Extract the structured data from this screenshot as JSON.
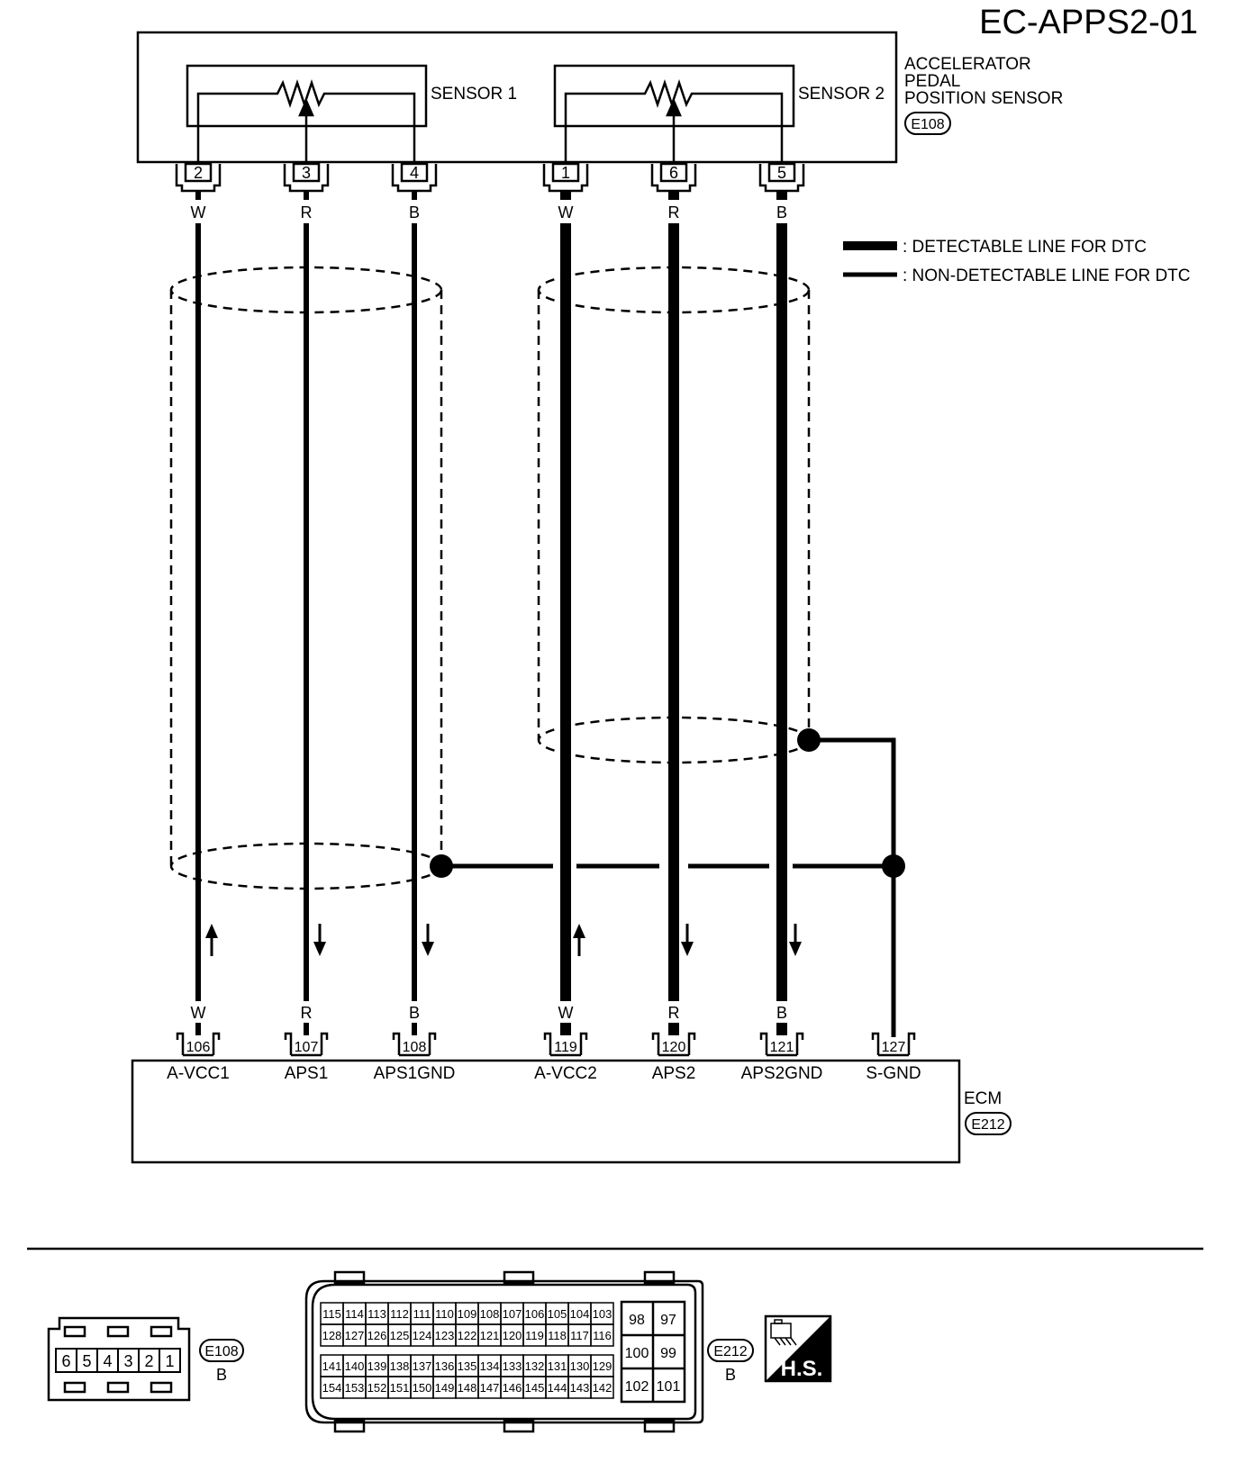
{
  "title": "EC-APPS2-01",
  "sensor": {
    "name_lines": [
      "ACCELERATOR",
      "PEDAL",
      "POSITION SENSOR"
    ],
    "connector": "E108",
    "sensor1_label": "SENSOR 1",
    "sensor2_label": "SENSOR 2"
  },
  "legend": {
    "detectable": ": DETECTABLE LINE FOR DTC",
    "non_detectable": ": NON-DETECTABLE LINE FOR DTC"
  },
  "ecm": {
    "name": "ECM",
    "connector": "E212"
  },
  "wires": [
    {
      "sensor_pin": "2",
      "color": "W",
      "ecm_pin": "106",
      "signal": "A-VCC1",
      "detectable": false,
      "direction": "up"
    },
    {
      "sensor_pin": "3",
      "color": "R",
      "ecm_pin": "107",
      "signal": "APS1",
      "detectable": false,
      "direction": "down"
    },
    {
      "sensor_pin": "4",
      "color": "B",
      "ecm_pin": "108",
      "signal": "APS1GND",
      "detectable": false,
      "direction": "down"
    },
    {
      "sensor_pin": "1",
      "color": "W",
      "ecm_pin": "119",
      "signal": "A-VCC2",
      "detectable": true,
      "direction": "up"
    },
    {
      "sensor_pin": "6",
      "color": "R",
      "ecm_pin": "120",
      "signal": "APS2",
      "detectable": true,
      "direction": "down"
    },
    {
      "sensor_pin": "5",
      "color": "B",
      "ecm_pin": "121",
      "signal": "APS2GND",
      "detectable": true,
      "direction": "down"
    }
  ],
  "sgnd": {
    "ecm_pin": "127",
    "signal": "S-GND"
  },
  "connector_views": {
    "e108": {
      "id": "E108",
      "color": "B",
      "pins": [
        "6",
        "5",
        "4",
        "3",
        "2",
        "1"
      ]
    },
    "e212": {
      "id": "E212",
      "color": "B",
      "rows": [
        [
          "115",
          "114",
          "113",
          "112",
          "111",
          "110",
          "109",
          "108",
          "107",
          "106",
          "105",
          "104",
          "103"
        ],
        [
          "128",
          "127",
          "126",
          "125",
          "124",
          "123",
          "122",
          "121",
          "120",
          "119",
          "118",
          "117",
          "116"
        ],
        [
          "141",
          "140",
          "139",
          "138",
          "137",
          "136",
          "135",
          "134",
          "133",
          "132",
          "131",
          "130",
          "129"
        ],
        [
          "154",
          "153",
          "152",
          "151",
          "150",
          "149",
          "148",
          "147",
          "146",
          "145",
          "144",
          "143",
          "142"
        ]
      ],
      "side_pins": [
        [
          "98",
          "97"
        ],
        [
          "100",
          "99"
        ],
        [
          "102",
          "101"
        ]
      ]
    },
    "hs_label": "H.S."
  }
}
